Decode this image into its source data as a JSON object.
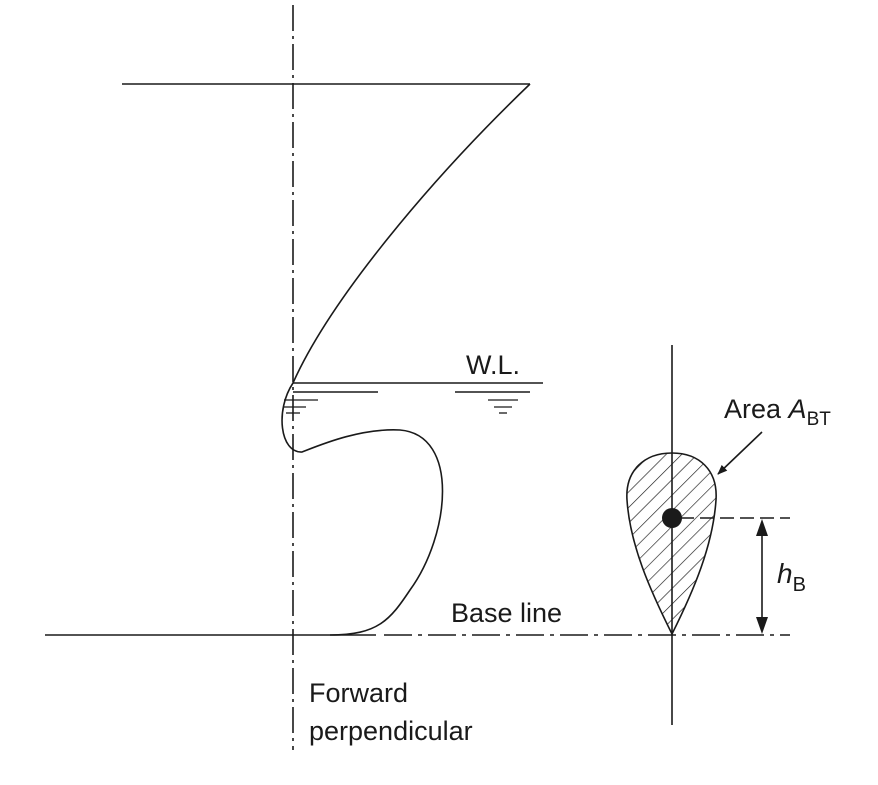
{
  "labels": {
    "waterline": "W.L.",
    "area_prefix": "Area ",
    "area_symbol": "A",
    "area_subscript": "BT",
    "height_symbol": "h",
    "height_subscript": "B",
    "baseline": "Base line",
    "forward_line1": "Forward",
    "forward_line2": "perpendicular"
  },
  "colors": {
    "ink": "#1a1a1a",
    "background": "#ffffff"
  }
}
